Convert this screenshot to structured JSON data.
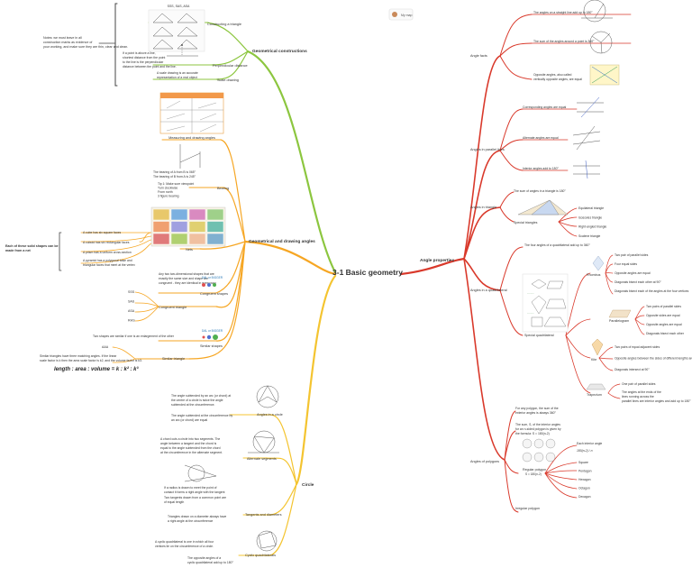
{
  "central": "3-1 Basic geometry",
  "top_icon_label": "My map",
  "geo_constructions": {
    "title": "Geometrical constructions",
    "side_note": "Notes: we must leave in all construction marks as evidence of your working, and make sure they are thin, clear and clean.",
    "construct_triangle": "Constructing a triangle",
    "sss_label": "SSS, SAS, ASA",
    "perp_note": "If a point is above a line, shortest distance from the point to the line is the perpendicular distance between the point and the line.",
    "perp_distance": "Perpendicular distance",
    "scale_note": "A scale drawing is an accurate representation of a real object",
    "scale_drawing": "Scale drawing"
  },
  "geo_drawing": {
    "title": "Geometrical and drawing angles",
    "measuring": "Measuring and drawing angles",
    "bearing": "Bearing",
    "bearing_text1": "The bearing of A from B is 065°",
    "bearing_text2": "The bearing of B from A is 245°",
    "bearing_tips": [
      "Tip 1: Make sure viewpoint",
      "Turn clockwise",
      "From north",
      "3 figure bearing"
    ],
    "nets": "Nets",
    "nets_cube": "A cube has six square faces",
    "nets_cuboid": "A cuboid has six rectangular faces",
    "nets_prism": "A prism has a uniform cross-section",
    "nets_pyramid": "A pyramid has a polygonal base and triangular faces that meet at the vertex",
    "nets_side": "Each of these solid shapes can be made from a net",
    "congruent_note": "Any two two-dimensional shapes that are exactly the same size and shape are congruent - they are identical in every way.",
    "congruent_shapes": "Congruent shapes",
    "congruent_triangle": "Congruent triangle",
    "congruent_list": [
      "SSS",
      "SAS",
      "ASA",
      "RHS"
    ],
    "similar_note": "Two shapes are similar if one is an enlargement of the other",
    "similar_shapes": "Similar shapes",
    "similar_triangle": "Similar triangle",
    "aaa": "AAA",
    "similar_note2": "Similar triangles have three matching angles. If the linear scale factor is k then the area scale factor is k2, and the volume factor is k3.",
    "formula": "length : area : volume = k : k² : k³",
    "chip_label": "DAL or BIGGER"
  },
  "circle": {
    "title": "Circle",
    "angles_circle": "Angles in a circle",
    "angles_note1": "The angle subtended by an arc (or chord) at the centre of a circle is twice the angle subtended at the circumference.",
    "angles_note2": "The angle subtended at the circumference by an arc (or chord) are equal",
    "alternate_segments": "Alternate segments",
    "alt_note": "A chord cuts a circle into two segments. The angle between a tangent and the chord is equal to the angle subtended from the chord at the circumference in the alternate segment.",
    "tangents": "Tangents and diameters",
    "tangent_note1": "If a radius is drawn to meet the point of contact it forms a right angle with the tangent",
    "tangent_note2": "Two tangents drawn from a common point are of equal length",
    "tangent_note3": "Triangles drawn on a diameter always have a right angle at the circumference",
    "cyclic": "Cyclic quadrilaterals",
    "cyclic_note1": "A cyclic quadrilateral is one in which all four vertices lie on the circumference of a circle.",
    "cyclic_note2": "The opposite angles of a cyclic quadrilateral add up to 180°"
  },
  "angle_properties": {
    "title": "Angle properties",
    "angle_facts": "Angle facts",
    "fact1": "The angles on a straight line add up to 180°",
    "fact2": "The sum of the angles around a point is 360°",
    "fact3": "Opposite angles, also called vertically opposite angles, are equal",
    "parallel": "Angles in parallel lines",
    "par1": "Corresponding angles are equal",
    "par2": "Alternate angles are equal",
    "par3": "Interior angles add to 180°",
    "triangle": "Angles in triangle",
    "tri_sum": "The sum of angles in a triangle is 180°",
    "special_triangles": "Special triangles",
    "tri_types": [
      "Equilateral triangle",
      "Isosceles triangle",
      "Right-angled triangle",
      "Scalene triangle"
    ],
    "quad": "Angles in a quadrilateral",
    "quad_sum": "The four angles of a quadrilateral add up to 360°",
    "special_quad": "Special quadrilateral",
    "rhombus": "Rhombus",
    "rhombus_props": [
      "Two pair of parallel sides",
      "Four equal sides",
      "Opposite angles are equal",
      "Diagonals bisect each other at 90°",
      "Diagonals bisect each of the angles at the four vertices"
    ],
    "parallelogram": "Parallelogram",
    "para_props": [
      "Two pairs of parallel sides",
      "Opposite sides are equal",
      "Opposite angles are equal",
      "Diagonals bisect each other"
    ],
    "kite": "Kite",
    "kite_props": [
      "Two pairs of equal adjacent sides",
      "Opposite angles between the sides of different lengths are equal",
      "Diagonals intersect at 90°"
    ],
    "trapezium": "Trapezium",
    "trap_props": [
      "One pair of parallel sides",
      "The angles at the ends of the lines running across the parallel lines are interior angles and add up to 180°"
    ],
    "polygons": "Angles of polygons",
    "poly_ext": "For any polygon, the sum of the exterior angles is always 360°",
    "poly_int": "The sum, S, of the interior angles for an n-sided polygon is given by the formula: S = 180(n-2)",
    "regular_polygon": "Regular polygon",
    "poly_right": "Each interior angle",
    "poly_formula": "180(n-2) / n",
    "poly_types": [
      "Square",
      "Pentagon",
      "Hexagon",
      "Octagon",
      "Decagon"
    ],
    "irregular": "Irregular polygon"
  },
  "colors": {
    "central": "#333333",
    "green": "#8cc63f",
    "orange": "#f6a623",
    "yellow": "#f4c430",
    "red": "#d9392b"
  }
}
